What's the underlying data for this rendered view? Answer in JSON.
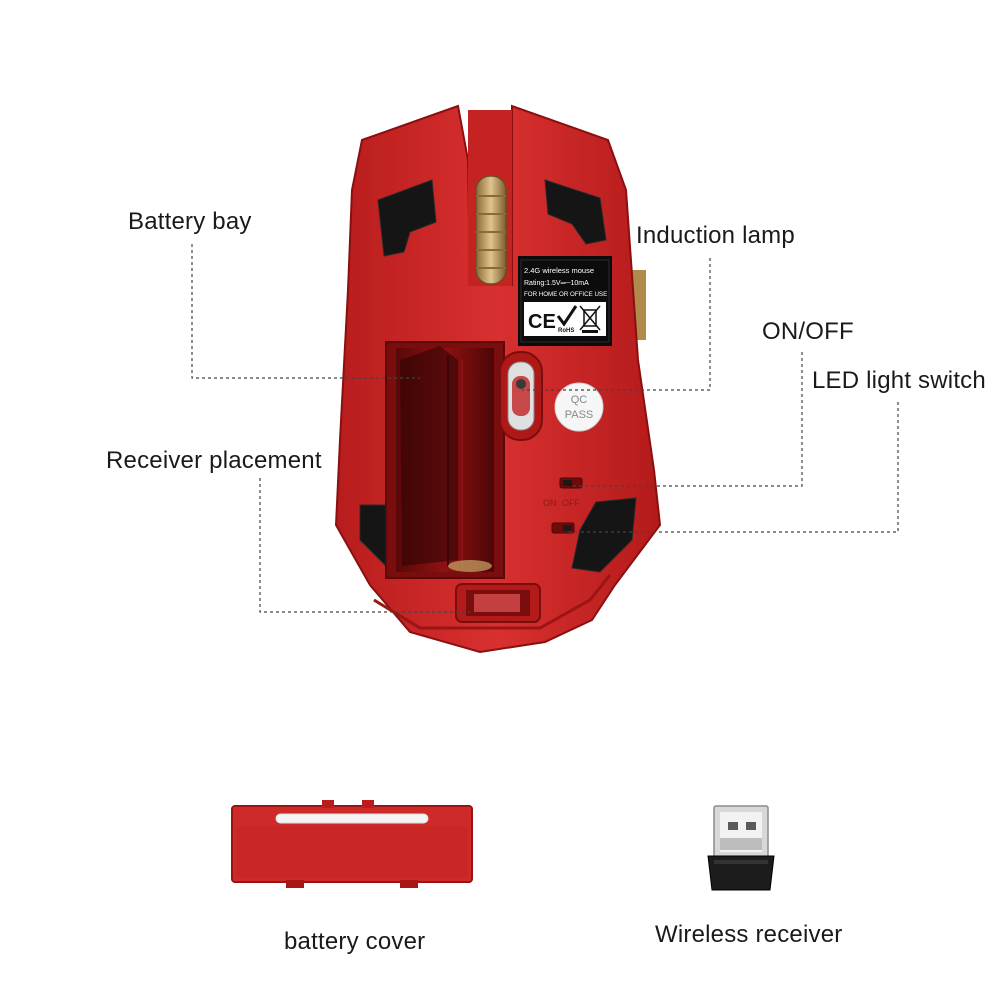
{
  "callouts": {
    "battery_bay": "Battery bay",
    "induction_lamp": "Induction lamp",
    "on_off": "ON/OFF",
    "led_light_switch": "LED light switch",
    "receiver_placement": "Receiver placement"
  },
  "parts": {
    "battery_cover": "battery cover",
    "wireless_receiver": "Wireless receiver"
  },
  "sticker": {
    "line1": "2.4G wireless mouse",
    "line2": "Rating:1.5V═─10mA",
    "line3": "FOR HOME OR OFFICE USE",
    "ce_mark": "CE",
    "rohs": "RoHS"
  },
  "qc_sticker": {
    "line1": "QC",
    "line2": "PASS"
  },
  "switch_labels": {
    "on": "ON",
    "off": "OFF"
  },
  "colors": {
    "mouse_red": "#d42a2a",
    "mouse_dark_red": "#a81616",
    "pad_black": "#141414",
    "wheel_gold": "#c9a86a",
    "leader_line": "#444444"
  }
}
